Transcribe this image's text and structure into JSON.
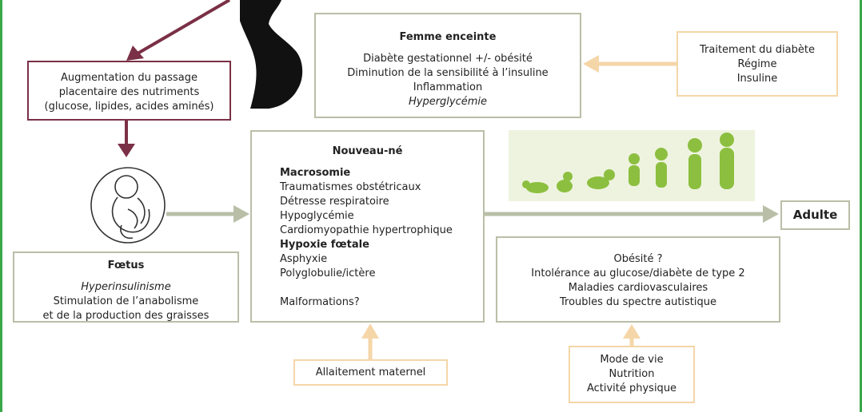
{
  "diagram": {
    "femme_enceinte": {
      "title": "Femme enceinte",
      "lines": [
        "Diabète gestationnel +/- obésité",
        "Diminution de la sensibilité à l’insuline",
        "Inflammation"
      ],
      "italic_line": "Hyperglycémie"
    },
    "traitement": {
      "lines": [
        "Traitement du diabète",
        "Régime",
        "Insuline"
      ]
    },
    "augmentation": {
      "lines": [
        "Augmentation du passage",
        "placentaire des nutriments",
        "(glucose, lipides, acides aminés)"
      ]
    },
    "nouveau_ne": {
      "title": "Nouveau-né",
      "group1_title": "Macrosomie",
      "group1_items": [
        "Traumatismes obstétricaux",
        "Détresse respiratoire",
        "Hypoglycémie",
        "Cardiomyopathie hypertrophique"
      ],
      "group2_title": "Hypoxie fœtale",
      "group2_items": [
        "Asphyxie",
        "Polyglobulie/ictère"
      ],
      "extra": "Malformations?"
    },
    "foetus": {
      "title": "Fœtus",
      "italic_line": "Hyperinsulinisme",
      "lines": [
        "Stimulation de l’anabolisme",
        "et de la production des graisses"
      ]
    },
    "adulte": {
      "label": "Adulte"
    },
    "adulte_risques": {
      "lines": [
        "Obésité ?",
        "Intolérance au glucose/diabète de type 2",
        "Maladies cardiovasculaires",
        "Troubles du spectre autistique"
      ]
    },
    "allaitement": {
      "label": "Allaitement maternel"
    },
    "mode_de_vie": {
      "lines": [
        "Mode de vie",
        "Nutrition",
        "Activité physique"
      ]
    }
  },
  "colors": {
    "frame_green": "#3aa84a",
    "plum": "#7a3046",
    "gray_green": "#b9bfa7",
    "peach": "#f5d6a8",
    "growth_green": "#8cbf3f",
    "silhouette": "#111111"
  },
  "icons": [
    "pregnant-woman-silhouette",
    "fetus-in-womb-icon",
    "child-growth-silhouettes"
  ]
}
